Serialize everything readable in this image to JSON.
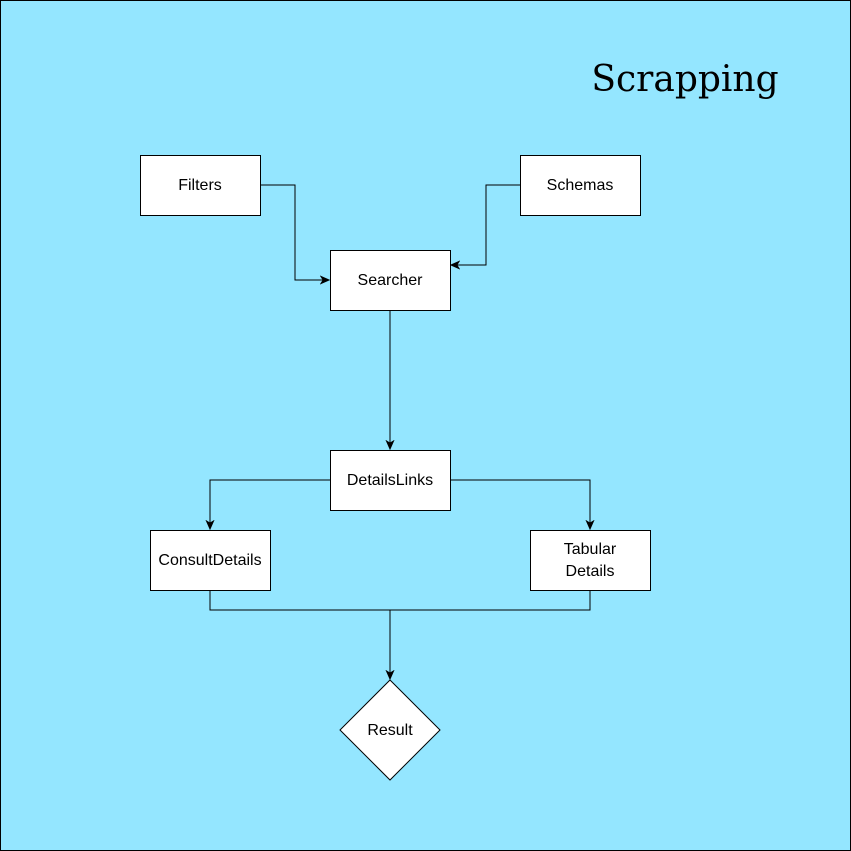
{
  "diagram": {
    "title": "Scrapping",
    "background_color": "#94e6ff",
    "node_fill": "#ffffff",
    "stroke_color": "#000000",
    "nodes": {
      "filters": {
        "label": "Filters",
        "shape": "rectangle"
      },
      "schemas": {
        "label": "Schemas",
        "shape": "rectangle"
      },
      "searcher": {
        "label": "Searcher",
        "shape": "rectangle"
      },
      "details_links": {
        "label": "DetailsLinks",
        "shape": "rectangle"
      },
      "consult_details": {
        "label": "ConsultDetails",
        "shape": "rectangle"
      },
      "tabular_details": {
        "label_line1": "Tabular",
        "label_line2": "Details",
        "shape": "rectangle"
      },
      "result": {
        "label": "Result",
        "shape": "diamond"
      }
    },
    "edges": [
      {
        "from": "filters",
        "to": "searcher"
      },
      {
        "from": "schemas",
        "to": "searcher"
      },
      {
        "from": "searcher",
        "to": "details_links"
      },
      {
        "from": "details_links",
        "to": "consult_details"
      },
      {
        "from": "details_links",
        "to": "tabular_details"
      },
      {
        "from": "consult_details",
        "to": "result"
      },
      {
        "from": "tabular_details",
        "to": "result"
      }
    ]
  }
}
